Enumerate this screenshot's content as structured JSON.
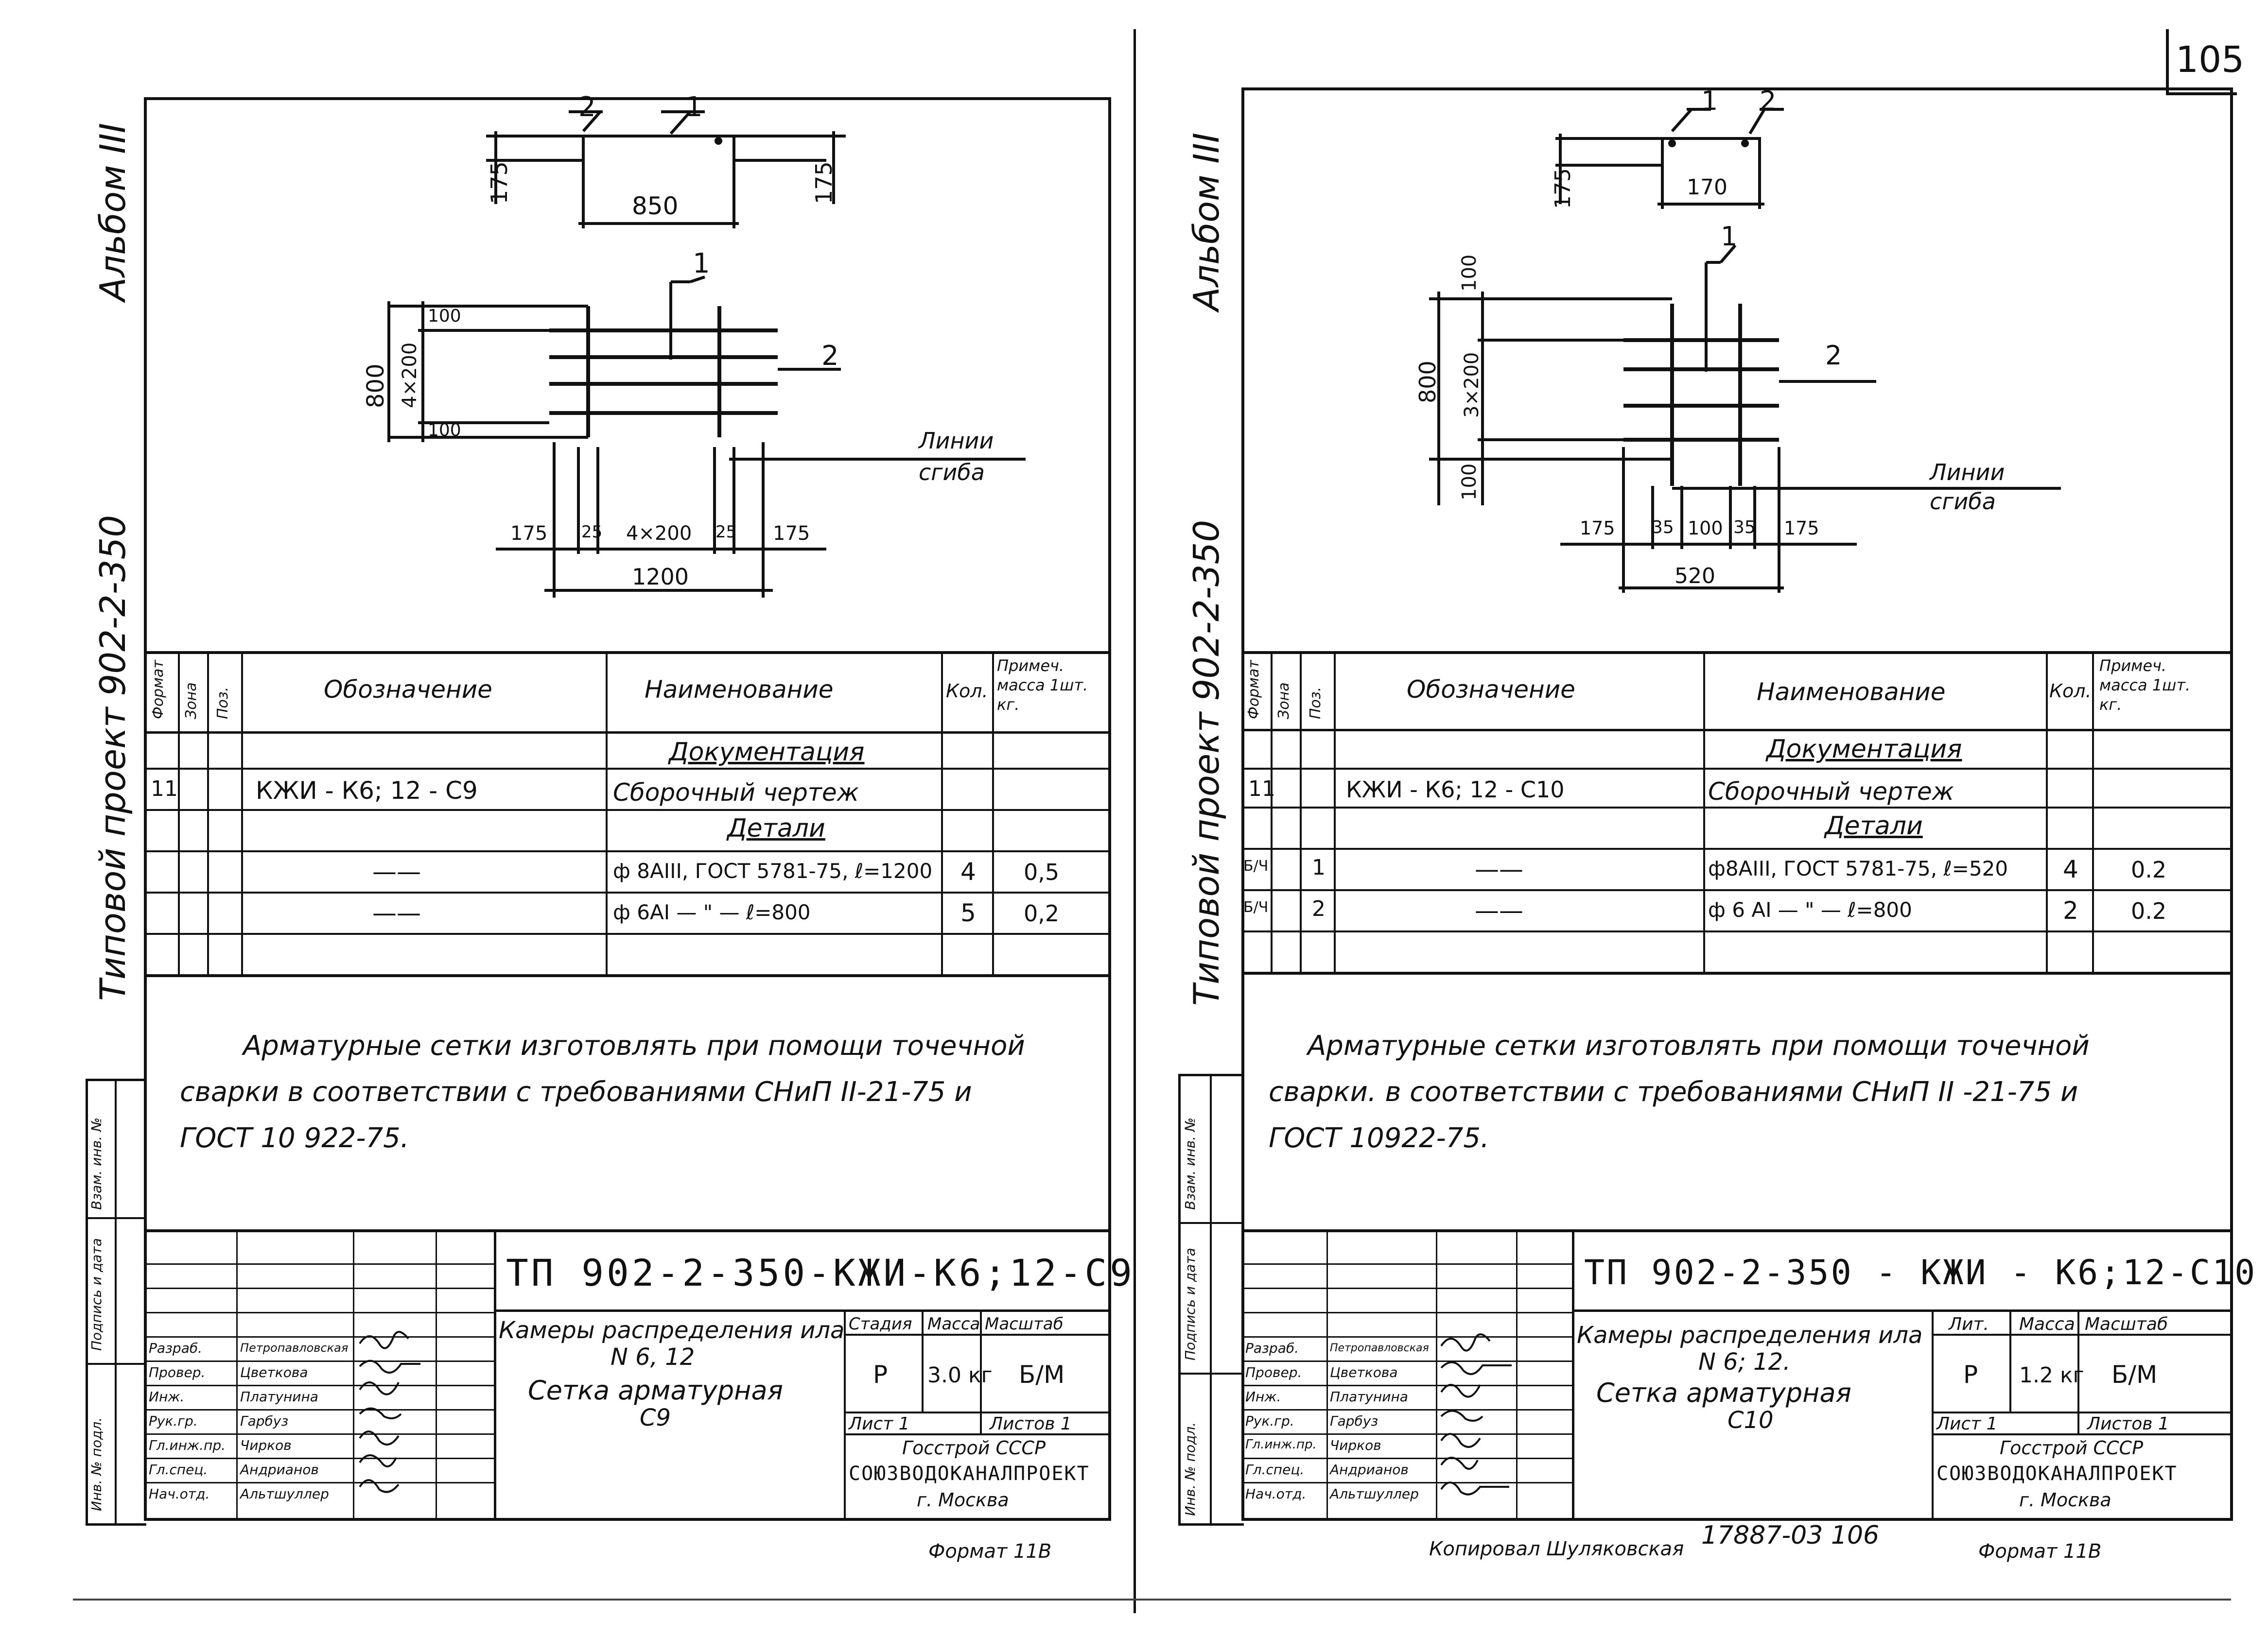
{
  "page_number": "105",
  "left_sheet": {
    "album_label": "Альбом III",
    "project_label": "Типовой проект 902-2-350",
    "dims_top": {
      "pos2": "2",
      "pos1": "1",
      "h_left": "175",
      "w": "850",
      "h_right": "175"
    },
    "dims_plan": {
      "pos1": "1",
      "pos2": "2",
      "top_gap": "100",
      "mid": "4×200",
      "bottom_gap": "100",
      "total_h": "800",
      "edge_l": "175",
      "gap_l": "25",
      "gap_r": "25",
      "edge_r": "175",
      "total_w": "1200"
    },
    "bend_label_1": "Линии",
    "bend_label_2": "сгиба",
    "table": {
      "headers": {
        "format": "Формат",
        "zone": "Зона",
        "pos": "Поз.",
        "designation": "Обозначение",
        "name": "Наименование",
        "qty": "Кол.",
        "note": "Примеч. масса 1шт. кг."
      },
      "section_docs": "Документация",
      "doc_row": {
        "format": "11",
        "designation": "КЖИ - К6; 12 - С9",
        "name": "Сборочный чертеж"
      },
      "section_parts": "Детали",
      "parts": [
        {
          "designation": "——",
          "name": "ф 8АIII, ГОСТ 5781-75, ℓ=1200",
          "qty": "4",
          "mass": "0,5"
        },
        {
          "designation": "——",
          "name": "ф 6АI — \" —  ℓ=800",
          "qty": "5",
          "mass": "0,2"
        }
      ]
    },
    "note_line1": "Арматурные сетки изготовлять при помощи точечной",
    "note_line2": "сварки в соответствии с требованиями СНиП II-21-75 и",
    "note_line3": "ГОСТ 10 922-75.",
    "side_labels": {
      "inv_ref": "Взам. инв. №",
      "sign_date": "Подпись и дата",
      "inv_orig": "Инв. № подл."
    },
    "stamp": {
      "code": "ТП 902-2-350-КЖИ-К6;12-С9",
      "title1": "Камеры распределения ила",
      "title2": "N 6, 12",
      "title3": "Сетка арматурная",
      "title4": "С9",
      "stage_h": "Стадия",
      "mass_h": "Масса",
      "scale_h": "Масштаб",
      "stage": "Р",
      "mass": "3.0 кг",
      "scale": "Б/М",
      "sheet": "Лист 1",
      "sheets": "Листов 1",
      "org1": "Госстрой СССР",
      "org2": "СОЮЗВОДОКАНАЛПРОЕКТ",
      "org3": "г. Москва",
      "roles": [
        "Разраб.",
        "Провер.",
        "Инж.",
        "Рук.гр.",
        "Гл.инж.пр.",
        "Гл.спец.",
        "Нач.отд."
      ],
      "names": [
        "Петропавловская",
        "Цветкова",
        "Платунина",
        "Гарбуз",
        "Чирков",
        "Андрианов",
        "Альтшуллер"
      ]
    },
    "format": "Формат 11В"
  },
  "right_sheet": {
    "album_label": "Альбом III",
    "project_label": "Типовой проект 902-2-350",
    "dims_top": {
      "pos1": "1",
      "pos2": "2",
      "h": "175",
      "w": "170"
    },
    "dims_plan": {
      "pos1": "1",
      "pos2": "2",
      "top_gap": "100",
      "mid": "3×200",
      "bottom_gap": "100",
      "total_h": "800",
      "edge_l": "175",
      "gap_l": "35",
      "mid_w": "100",
      "gap_r": "35",
      "edge_r": "175",
      "total_w": "520"
    },
    "bend_label_1": "Линии",
    "bend_label_2": "сгиба",
    "table": {
      "headers": {
        "format": "Формат",
        "zone": "Зона",
        "pos": "Поз.",
        "designation": "Обозначение",
        "name": "Наименование",
        "qty": "Кол.",
        "note": "Примеч. масса 1шт. кг."
      },
      "section_docs": "Документация",
      "doc_row": {
        "format": "11",
        "designation": "КЖИ - К6; 12 - С10",
        "name": "Сборочный чертеж"
      },
      "section_parts": "Детали",
      "parts": [
        {
          "format": "Б/Ч",
          "pos": "1",
          "designation": "——",
          "name": "ф8АIII, ГОСТ 5781-75, ℓ=520",
          "qty": "4",
          "mass": "0.2"
        },
        {
          "format": "Б/Ч",
          "pos": "2",
          "designation": "——",
          "name": "ф 6 АI  — \" —  ℓ=800",
          "qty": "2",
          "mass": "0.2"
        }
      ]
    },
    "note_line1": "Арматурные сетки изготовлять при помощи точечной",
    "note_line2": "сварки. в соответствии с требованиями СНиП II -21-75 и",
    "note_line3": "ГОСТ 10922-75.",
    "side_labels": {
      "inv_ref": "Взам. инв. №",
      "sign_date": "Подпись и дата",
      "inv_orig": "Инв. № подл."
    },
    "stamp": {
      "code": "ТП 902-2-350 - КЖИ - К6;12-С10",
      "title1": "Камеры распределения ила",
      "title2": "N 6; 12.",
      "title3": "Сетка арматурная",
      "title4": "С10",
      "stage_h": "Лит.",
      "mass_h": "Масса",
      "scale_h": "Масштаб",
      "stage": "Р",
      "mass": "1.2 кг",
      "scale": "Б/М",
      "sheet": "Лист 1",
      "sheets": "Листов 1",
      "org1": "Госстрой СССР",
      "org2": "СОЮЗВОДОКАНАЛПРОЕКТ",
      "org3": "г. Москва",
      "roles": [
        "Разраб.",
        "Провер.",
        "Инж.",
        "Рук.гр.",
        "Гл.инж.пр.",
        "Гл.спец.",
        "Нач.отд."
      ],
      "names": [
        "Петропавловская",
        "Цветкова",
        "Платунина",
        "Гарбуз",
        "Чирков",
        "Андрианов",
        "Альтшуллер"
      ]
    },
    "copied_by": "Копировал Шуляковская",
    "doc_number": "17887-03 106",
    "format": "Формат 11В"
  }
}
